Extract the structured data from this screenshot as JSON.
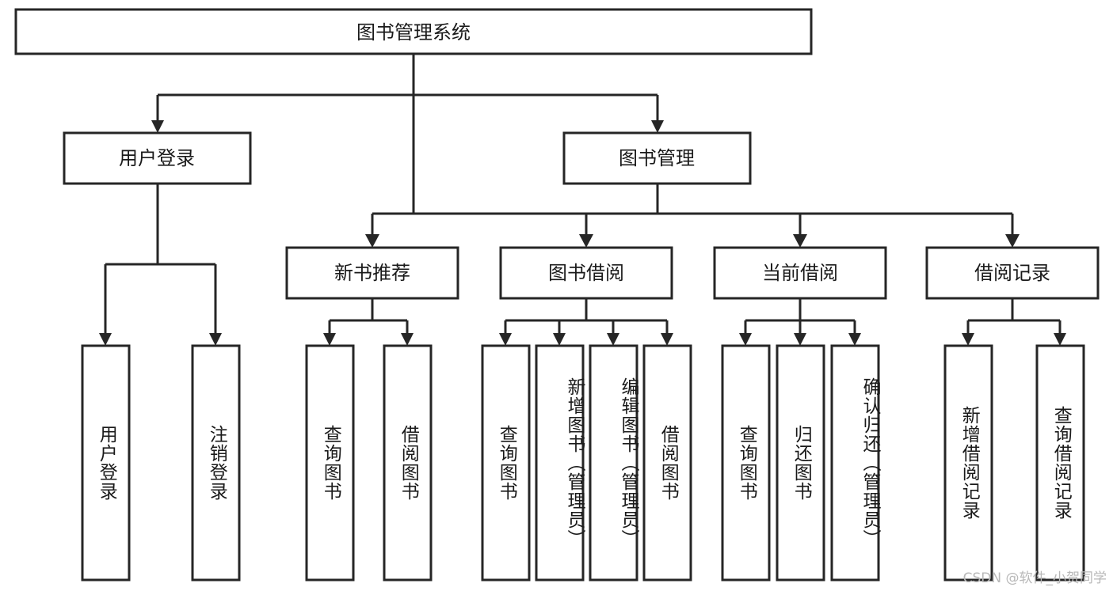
{
  "diagram": {
    "title_node": {
      "label": "图书管理系统"
    },
    "level2": [
      {
        "id": "user-login",
        "label": "用户登录"
      },
      {
        "id": "book-manage",
        "label": "图书管理"
      }
    ],
    "level3": [
      {
        "id": "new-book-recommend",
        "label": "新书推荐"
      },
      {
        "id": "book-borrow",
        "label": "图书借阅"
      },
      {
        "id": "current-borrow",
        "label": "当前借阅"
      },
      {
        "id": "borrow-record",
        "label": "借阅记录"
      }
    ],
    "leaves": {
      "user_login": [
        {
          "id": "leaf-user-login",
          "label": "用户登录"
        },
        {
          "id": "leaf-logout-login",
          "label": "注销登录"
        }
      ],
      "new_book_recommend": [
        {
          "id": "leaf-query-book-1",
          "label": "查询图书"
        },
        {
          "id": "leaf-borrow-book-1",
          "label": "借阅图书"
        }
      ],
      "book_borrow": [
        {
          "id": "leaf-query-book-2",
          "label": "查询图书"
        },
        {
          "id": "leaf-add-book",
          "label": "新增图书（管理员）"
        },
        {
          "id": "leaf-edit-book",
          "label": "编辑图书（管理员）"
        },
        {
          "id": "leaf-borrow-book-2",
          "label": "借阅图书"
        }
      ],
      "current_borrow": [
        {
          "id": "leaf-query-book-3",
          "label": "查询图书"
        },
        {
          "id": "leaf-return-book",
          "label": "归还图书"
        },
        {
          "id": "leaf-confirm-return",
          "label": "确认归还（管理员）"
        }
      ],
      "borrow_record": [
        {
          "id": "leaf-add-record",
          "label": "新增借阅记录"
        },
        {
          "id": "leaf-query-record",
          "label": "查询借阅记录"
        }
      ]
    },
    "watermark": "CSDN @软件_小贺同学",
    "colors": {
      "stroke": "#262626",
      "fill": "#ffffff",
      "text": "#1a1a1a",
      "watermark": "#b8b8b8",
      "background": "#ffffff"
    }
  }
}
